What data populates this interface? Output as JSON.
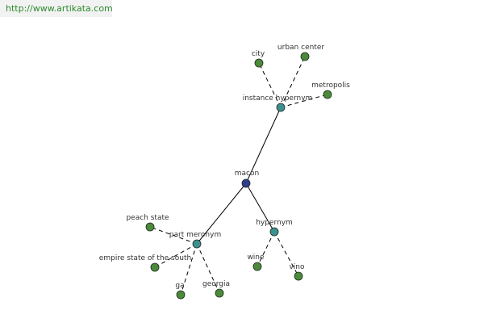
{
  "source_url": "http://www.artikata.com",
  "colors": {
    "root": "#2e3f8f",
    "relation": "#3d9090",
    "leaf": "#4a8a3a",
    "edge": "#000000"
  },
  "nodes": [
    {
      "id": "macon",
      "label": "macon",
      "kind": "root"
    },
    {
      "id": "instance-hypernym",
      "label": "instance hypernym",
      "kind": "relation"
    },
    {
      "id": "hypernym",
      "label": "hypernym",
      "kind": "relation"
    },
    {
      "id": "part-meronym",
      "label": "part meronym",
      "kind": "relation"
    },
    {
      "id": "city",
      "label": "city",
      "kind": "leaf"
    },
    {
      "id": "urban-center",
      "label": "urban center",
      "kind": "leaf"
    },
    {
      "id": "metropolis",
      "label": "metropolis",
      "kind": "leaf"
    },
    {
      "id": "wine",
      "label": "wine",
      "kind": "leaf"
    },
    {
      "id": "vino",
      "label": "vino",
      "kind": "leaf"
    },
    {
      "id": "peach-state",
      "label": "peach state",
      "kind": "leaf"
    },
    {
      "id": "empire-state-of-the-south",
      "label": "empire state of the south",
      "kind": "leaf"
    },
    {
      "id": "ga",
      "label": "ga",
      "kind": "leaf"
    },
    {
      "id": "georgia",
      "label": "georgia",
      "kind": "leaf"
    }
  ],
  "edges": [
    {
      "from": "macon",
      "to": "instance-hypernym",
      "style": "solid"
    },
    {
      "from": "macon",
      "to": "hypernym",
      "style": "solid"
    },
    {
      "from": "macon",
      "to": "part-meronym",
      "style": "solid"
    },
    {
      "from": "instance-hypernym",
      "to": "city",
      "style": "dashed"
    },
    {
      "from": "instance-hypernym",
      "to": "urban-center",
      "style": "dashed"
    },
    {
      "from": "instance-hypernym",
      "to": "metropolis",
      "style": "dashed"
    },
    {
      "from": "hypernym",
      "to": "wine",
      "style": "dashed"
    },
    {
      "from": "hypernym",
      "to": "vino",
      "style": "dashed"
    },
    {
      "from": "part-meronym",
      "to": "peach-state",
      "style": "dashed"
    },
    {
      "from": "part-meronym",
      "to": "empire-state-of-the-south",
      "style": "dashed"
    },
    {
      "from": "part-meronym",
      "to": "ga",
      "style": "dashed"
    },
    {
      "from": "part-meronym",
      "to": "georgia",
      "style": "dashed"
    }
  ]
}
